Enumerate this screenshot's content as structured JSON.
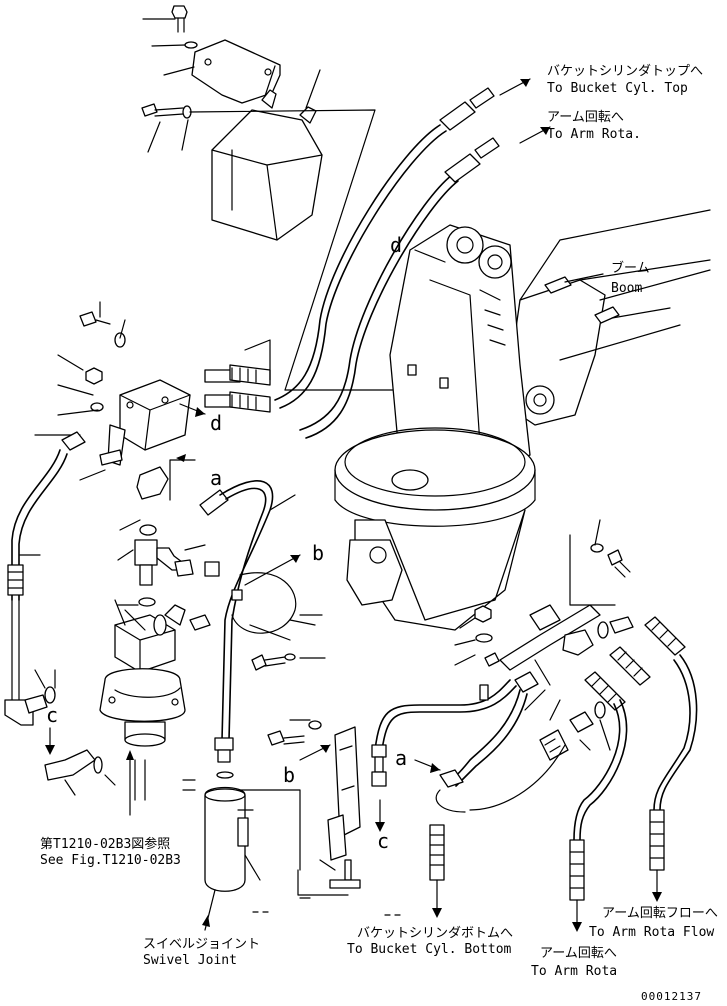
{
  "labels": {
    "bucket_top_jp": "バケットシリンダトップへ",
    "bucket_top_en": "To Bucket Cyl. Top",
    "arm_rota_top_jp": "アーム回転へ",
    "arm_rota_top_en": "To Arm Rota.",
    "boom_jp": "ブーム",
    "boom_en": "Boom",
    "see_fig_jp": "第T1210-02B3図参照",
    "see_fig_en": "See Fig.T1210-02B3",
    "swivel_jp": "スイベルジョイント",
    "swivel_en": "Swivel Joint",
    "bucket_bottom_jp": "バケットシリンダボトムへ",
    "bucket_bottom_en": "To Bucket Cyl. Bottom",
    "arm_rota_bottom_jp": "アーム回転へ",
    "arm_rota_bottom_en": "To Arm Rota",
    "arm_rota_flow_jp": "アーム回転フローへ",
    "arm_rota_flow_en": "To Arm Rota Flow",
    "ref_a": "a",
    "ref_b": "b",
    "ref_c": "c",
    "ref_d": "d",
    "drawing_number": "00012137"
  }
}
